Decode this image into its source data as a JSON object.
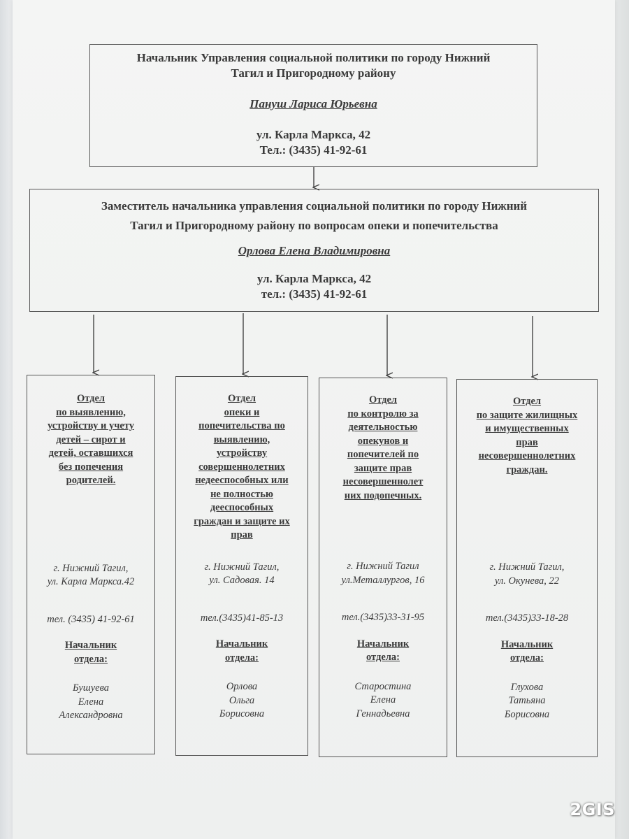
{
  "head": {
    "title_line1": "Начальник Управления социальной политики по городу Нижний",
    "title_line2": "Тагил и Пригородному району",
    "name": "Пануш Лариса Юрьевна",
    "address": "ул. Карла Маркса, 42",
    "phone": "Тел.: (3435) 41-92-61"
  },
  "deputy": {
    "title_line1": "Заместитель начальника управления социальной политики по городу Нижний",
    "title_line2": "Тагил и Пригородному району по вопросам опеки и попечительства",
    "name": "Орлова Елена Владимировна",
    "address": "ул. Карла Маркса, 42",
    "phone": "тел.: (3435) 41-92-61"
  },
  "departments": [
    {
      "title_lines": [
        "Отдел",
        "по выявлению,",
        "устройству и учету",
        "детей – сирот и",
        "детей, оставшихся",
        "без попечения",
        "родителей."
      ],
      "city": "г. Нижний Тагил,",
      "street": "ул. Карла Маркса.42",
      "phone": "тел. (3435) 41-92-61",
      "head_line1": "Начальник",
      "head_line2": "отдела:",
      "person_lines": [
        "Бушуева",
        "Елена",
        "Александровна"
      ]
    },
    {
      "title_lines": [
        "Отдел",
        "опеки и",
        "попечительства по",
        "выявлению,",
        "устройству",
        "совершеннолетних",
        "недееспособных или",
        "не полностью",
        "дееспособных",
        "граждан и защите их",
        "прав"
      ],
      "city": "г. Нижний Тагил,",
      "street": "ул. Садовая. 14",
      "phone": "тел.(3435)41-85-13",
      "head_line1": "Начальник",
      "head_line2": "отдела:",
      "person_lines": [
        "Орлова",
        "Ольга",
        "Борисовна"
      ]
    },
    {
      "title_lines": [
        "Отдел",
        "по контролю за",
        "деятельностью",
        "опекунов и",
        "попечителей по",
        "защите прав",
        "несовершеннолет",
        "них подопечных."
      ],
      "city": "г. Нижний Тагил",
      "street": "ул.Металлургов, 16",
      "phone": "тел.(3435)33-31-95",
      "head_line1": "Начальник",
      "head_line2": "отдела:",
      "person_lines": [
        "Старостина",
        "Елена",
        "Геннадьевна"
      ]
    },
    {
      "title_lines": [
        "Отдел",
        "по защите жилищных",
        "и имущественных",
        "прав",
        "несовершеннолетних",
        "граждан."
      ],
      "city": "г. Нижний Тагил,",
      "street": "ул. Окунева, 22",
      "phone": "тел.(3435)33-18-28",
      "head_line1": "Начальник",
      "head_line2": "отдела:",
      "person_lines": [
        "Глухова",
        "Татьяна",
        "Борисовна"
      ]
    }
  ],
  "watermark": "2GIS"
}
